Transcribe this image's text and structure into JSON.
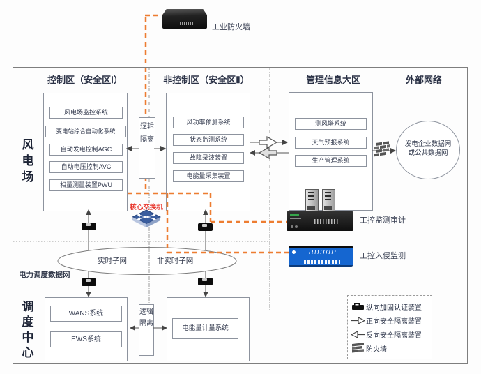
{
  "top": {
    "firewall_label": "工业防火墙"
  },
  "headers": {
    "control": "控制区（安全区Ⅰ）",
    "noncontrol": "非控制区（安全区Ⅱ）",
    "management": "管理信息大区",
    "external": "外部网络"
  },
  "side_labels": {
    "wind_farm": "风电场",
    "dispatch_center": "调度中心"
  },
  "zones": {
    "control": {
      "systems": [
        "风电场监控系统",
        "变电站综合自动化系统",
        "自动发电控制AGC",
        "自动电压控制AVC",
        "相量测量装置PWU"
      ]
    },
    "noncontrol": {
      "systems": [
        "风功率预测系统",
        "状态监测系统",
        "故障录波装置",
        "电能量采集装置"
      ]
    },
    "management": {
      "systems": [
        "测风塔系统",
        "天气预报系统",
        "生产管理系统"
      ]
    },
    "external": {
      "cloud": {
        "line1": "发电企业数据网",
        "line2": "或公共数据网"
      }
    }
  },
  "isolation": {
    "upper": "逻辑隔离",
    "lower": "逻辑隔离"
  },
  "core_switch": {
    "label": "核心交换机"
  },
  "network": {
    "realtime_subnet": "实时子网",
    "non_realtime_subnet": "非实时子网",
    "dispatch_data_network": "电力调度数据网"
  },
  "dispatch": {
    "systems": [
      "WANS系统",
      "EWS系统"
    ],
    "metering_system": "电能量计量系统"
  },
  "security_devices": {
    "audit_label": "工控监测审计",
    "intrusion_label": "工控入侵监测"
  },
  "legend": {
    "items": [
      {
        "icon": "auth-device-icon",
        "label": "纵向加固认证装置"
      },
      {
        "icon": "forward-isolation-arrow-icon",
        "label": "正向安全隔离装置"
      },
      {
        "icon": "reverse-isolation-arrow-icon",
        "label": "反向安全隔离装置"
      },
      {
        "icon": "firewall-brick-icon",
        "label": "防火墙"
      }
    ]
  },
  "colors": {
    "orange_dashed": "#ED7D31",
    "core_switch_label_red": "#E8352B",
    "switch_icon_blue": "#3A5D9E",
    "intrusion_device_blue": "#1566D0",
    "text_dark": "#333A4C",
    "line_grey": "#808080"
  }
}
